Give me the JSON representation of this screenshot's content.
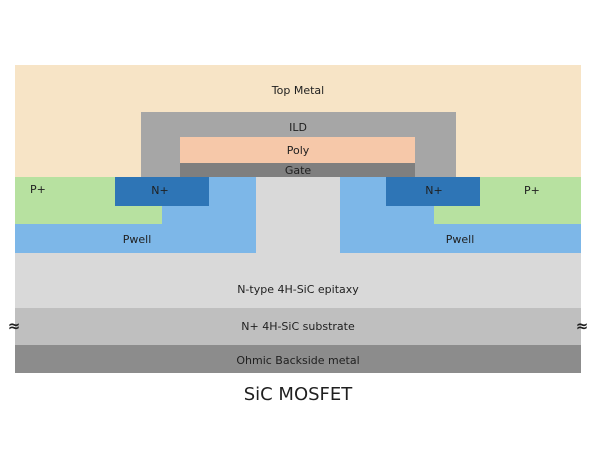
{
  "labels": {
    "top_metal": "Top Metal",
    "ild": "ILD",
    "poly": "Poly",
    "gate": "Gate",
    "p_plus_left": "P+",
    "n_plus_left": "N+",
    "n_plus_right": "N+",
    "p_plus_right": "P+",
    "pwell_left": "Pwell",
    "pwell_right": "Pwell",
    "epitaxy": "N-type 4H-SiC epitaxy",
    "substrate": "N+ 4H-SiC substrate",
    "backside": "Ohmic Backside metal",
    "break_left": "≈",
    "break_right": "≈"
  },
  "caption": "SiC MOSFET",
  "colors": {
    "top_metal": "#f7e4c6",
    "ild": "#a6a6a6",
    "poly": "#f6c8a9",
    "gate": "#7f7f7f",
    "p_plus": "#b7e1a0",
    "n_plus": "#2e75b6",
    "pwell": "#7db7e8",
    "jfet_region": "#d9d9d9",
    "epitaxy": "#d9d9d9",
    "substrate": "#bfbfbf",
    "backside": "#8c8c8c"
  }
}
